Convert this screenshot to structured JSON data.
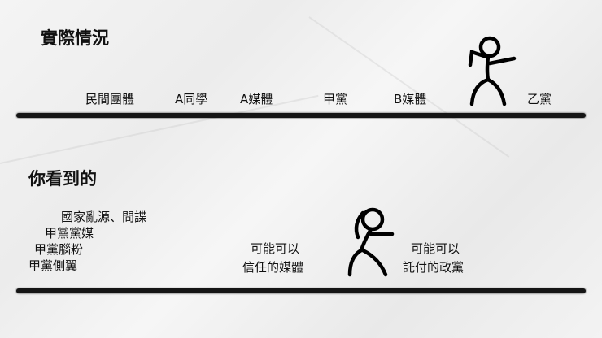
{
  "top_section": {
    "title": "實際情況",
    "labels": [
      "民間團體",
      "A同學",
      "A媒體",
      "甲黨",
      "B媒體",
      "乙黨"
    ]
  },
  "bottom_section": {
    "title": "你看到的",
    "left_labels": [
      "國家亂源、間諜",
      "甲黨黨媒",
      "甲黨腦粉",
      "甲黨側翼"
    ],
    "media_label": [
      "可能可以",
      "信任的媒體"
    ],
    "party_label": [
      "可能可以",
      "託付的政黨"
    ]
  }
}
